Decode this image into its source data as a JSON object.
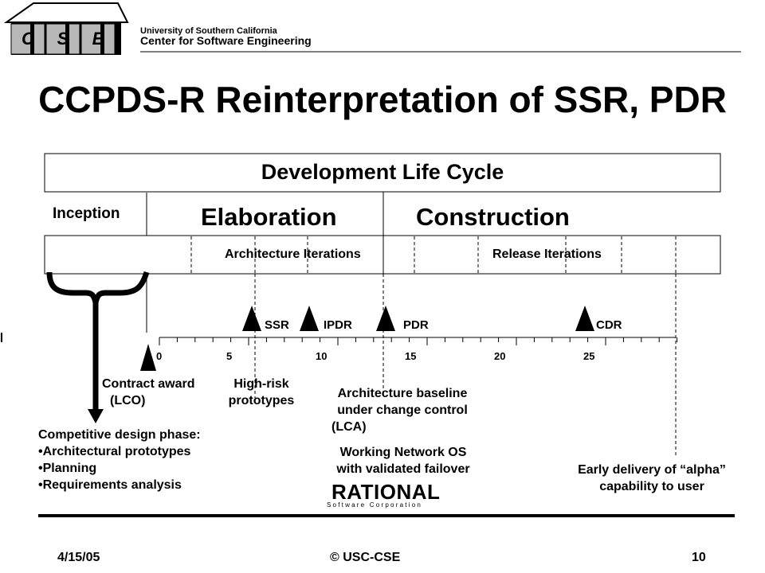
{
  "header": {
    "logo_top": "USC",
    "logo_letters": [
      "C",
      "S",
      "E"
    ],
    "university": "University of Southern California",
    "center": "Center for Software Engineering"
  },
  "title": "CCPDS-R Reinterpretation of SSR, PDR",
  "lifecycle": {
    "box_label": "Development Life Cycle",
    "phases": {
      "inception": "Inception",
      "elaboration": "Elaboration",
      "construction": "Construction"
    },
    "iterations": {
      "architecture": "Architecture Iterations",
      "release": "Release Iterations"
    },
    "milestones": [
      "SSR",
      "IPDR",
      "PDR",
      "CDR"
    ],
    "ticks": [
      "0",
      "5",
      "10",
      "15",
      "20",
      "25"
    ]
  },
  "annotations": {
    "contract_award": [
      "Contract award",
      "(LCO)"
    ],
    "high_risk": [
      "High-risk",
      "prototypes"
    ],
    "arch_baseline": [
      "Architecture baseline",
      "under change control",
      "(LCA)"
    ],
    "working_os": [
      "Working Network OS",
      "with validated failover"
    ],
    "early_delivery": [
      "Early delivery of “alpha”",
      "capability to user"
    ],
    "competitive": {
      "heading": "Competitive design phase:",
      "items": [
        "•Architectural prototypes",
        "•Planning",
        "•Requirements analysis"
      ]
    }
  },
  "rational": {
    "name": "RATIONAL",
    "tagline": "S o f t w a r e   C o r p o r a t i o n"
  },
  "footer": {
    "date": "4/15/05",
    "copyright": "© USC-CSE",
    "page": "10"
  }
}
